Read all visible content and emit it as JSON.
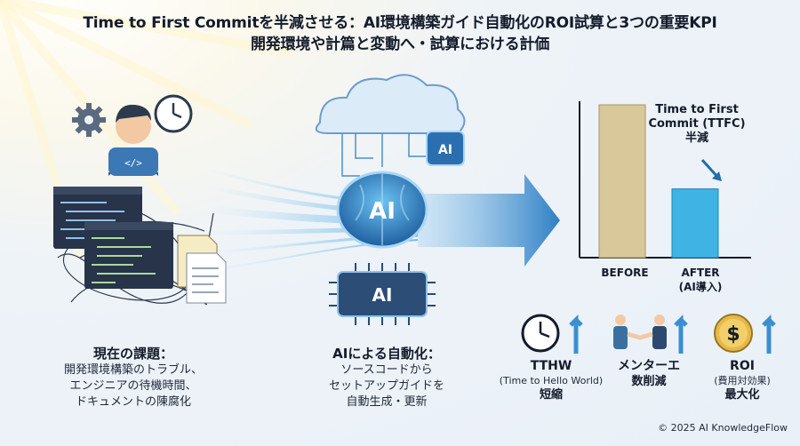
{
  "title": {
    "line1": "Time to First Commitを半減させる：AI環境構築ガイド自動化のROI試算と3つの重要KPI",
    "line2": "開発環境や計篇と変動へ・試算における計価"
  },
  "left": {
    "heading": "現在の課題：",
    "lines": [
      "開発環境構築のトラブル、",
      "エンジニアの待機時間、",
      "ドキュメントの陳腐化"
    ]
  },
  "center": {
    "heading": "AIによる自動化：",
    "lines": [
      "ソースコードから",
      "セットアップガイドを",
      "自動生成・更新"
    ],
    "brain_label": "AI",
    "chip_label": "AI",
    "cloud_chip_label": "AI"
  },
  "chart": {
    "annotation": [
      "Time to First",
      "Commit (TTFC)",
      "半減"
    ],
    "bars": [
      {
        "label": "BEFORE",
        "sub": "",
        "value": 100,
        "color": "#d9c99a"
      },
      {
        "label": "AFTER",
        "sub": "(AI導入)",
        "value": 50,
        "color": "#3fb4e4"
      }
    ]
  },
  "kpis": [
    {
      "name": "TTHW",
      "sub": "(Time to Hello World)",
      "effect": "短縮",
      "icon": "clock-icon"
    },
    {
      "name": "メンターエ",
      "sub": "",
      "effect": "数削減",
      "icon": "handshake-icon"
    },
    {
      "name": "ROI",
      "sub": "(費用対効果)",
      "effect": "最大化",
      "icon": "dollar-coin-icon"
    }
  ],
  "copyright": "© 2025 AI KnowledgeFlow"
}
